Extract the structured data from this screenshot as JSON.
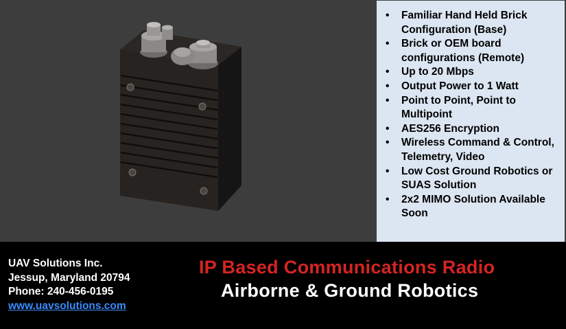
{
  "features": [
    "Familiar Hand Held Brick Configuration (Base)",
    "Brick or OEM board configurations (Remote)",
    "Up to 20 Mbps",
    "Output Power to 1 Watt",
    "Point to Point, Point to Multipoint",
    "AES256 Encryption",
    "Wireless Command & Control, Telemetry, Video",
    "Low Cost Ground Robotics or SUAS Solution",
    "2x2 MIMO Solution Available Soon"
  ],
  "contact": {
    "company": "UAV Solutions Inc.",
    "address": "Jessup, Maryland 20794",
    "phone": "Phone: 240-456-0195",
    "website": "www.uavsolutions.com"
  },
  "headline": {
    "line1": "IP Based Communications Radio",
    "line2": "Airborne & Ground Robotics"
  },
  "colors": {
    "background_top": "#3d3d3d",
    "features_panel": "#dce6f2",
    "headline_red": "#d62424",
    "link_blue": "#3b8cff"
  }
}
